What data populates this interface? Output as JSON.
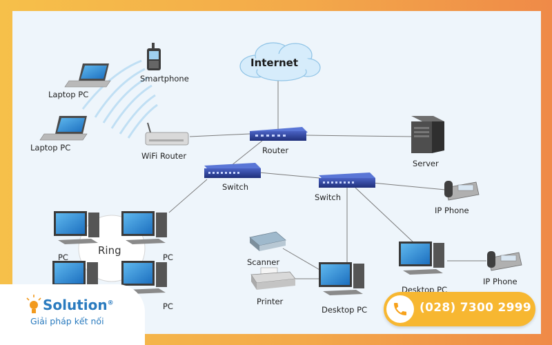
{
  "diagram": {
    "labels": {
      "internet": "Internet",
      "smartphone": "Smartphone",
      "laptop1": "Laptop PC",
      "laptop2": "Laptop PC",
      "wifi_router": "WiFi Router",
      "router": "Router",
      "server": "Server",
      "switch1": "Switch",
      "switch2": "Switch",
      "ip_phone1": "IP Phone",
      "ip_phone2": "IP Phone",
      "ring": "Ring",
      "pc1": "PC",
      "pc2": "PC",
      "pc3": "PC",
      "scanner": "Scanner",
      "printer": "Printer",
      "desktop1": "Desktop PC",
      "desktop2": "Desktop PC"
    }
  },
  "brand": {
    "name_pre": "i",
    "name_main": "Solution",
    "reg": "®",
    "tagline": "Giải pháp kết nối"
  },
  "contact": {
    "phone": "(028) 7300 2999"
  },
  "colors": {
    "frame_left": "#f6c04a",
    "frame_right": "#ef8a48",
    "brand_orange": "#f29a1e",
    "brand_blue": "#2a7bbf",
    "device_blue": "#2b3f94"
  }
}
